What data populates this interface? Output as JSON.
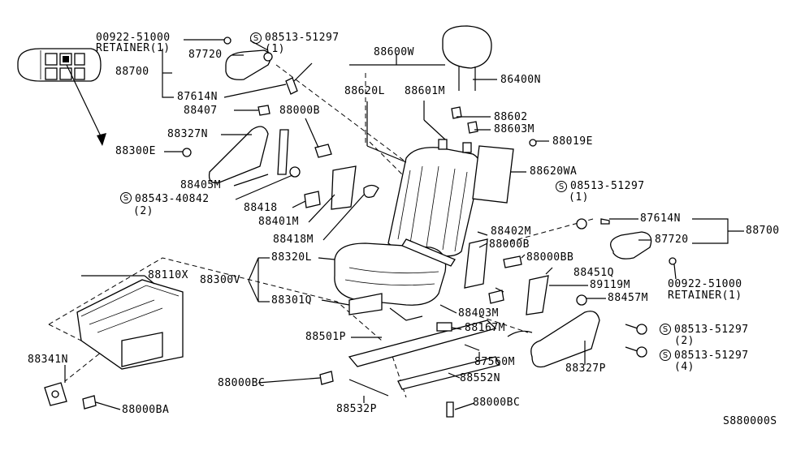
{
  "badge_letter": "S",
  "labels": {
    "l00922_top": "00922-51000",
    "retainer_top": "RETAINER(1)",
    "l08513_top": "08513-51297",
    "q1_top": "(1)",
    "l87720_top": "87720",
    "l88700_top": "88700",
    "l87614n_top": "87614N",
    "l88407": "88407",
    "l88000b_top": "88000B",
    "l88600w": "88600W",
    "l88620l": "88620L",
    "l88601m": "88601M",
    "l86400n": "86400N",
    "l88602": "88602",
    "l88603m": "88603M",
    "l88019e": "88019E",
    "l88620wa": "88620WA",
    "l88327n": "88327N",
    "l88300e": "88300E",
    "l88405m": "88405M",
    "l08543": "08543-40842",
    "q2_left": "(2)",
    "l88418": "88418",
    "l88401m": "88401M",
    "l88418m": "88418M",
    "l08513_right": "08513-51297",
    "q1_right": "(1)",
    "l87614n_right": "87614N",
    "l88700_right": "88700",
    "l87720_right": "87720",
    "l88402m": "88402M",
    "l88000b_mid": "88000B",
    "l88000bb": "88000BB",
    "l00922_right": "00922-51000",
    "retainer_right": "RETAINER(1)",
    "l88110x": "88110X",
    "l88300v": "88300V",
    "l88320l": "88320L",
    "l88301q": "88301Q",
    "l88451q": "88451Q",
    "l89119m": "89119M",
    "l88457m": "88457M",
    "l88403m": "88403M",
    "l88501p": "88501P",
    "l88167m": "88167M",
    "l08513_low1": "08513-51297",
    "q2_low": "(2)",
    "l08513_low2": "08513-51297",
    "q4_low": "(4)",
    "l88341n": "88341N",
    "l87560m": "87560M",
    "l88327p": "88327P",
    "l88000bc_left": "88000BC",
    "l88552n": "88552N",
    "l88000ba": "88000BA",
    "l88532p": "88532P",
    "l88000bc_bottom": "88000BC",
    "ref_code": "S880000S"
  }
}
